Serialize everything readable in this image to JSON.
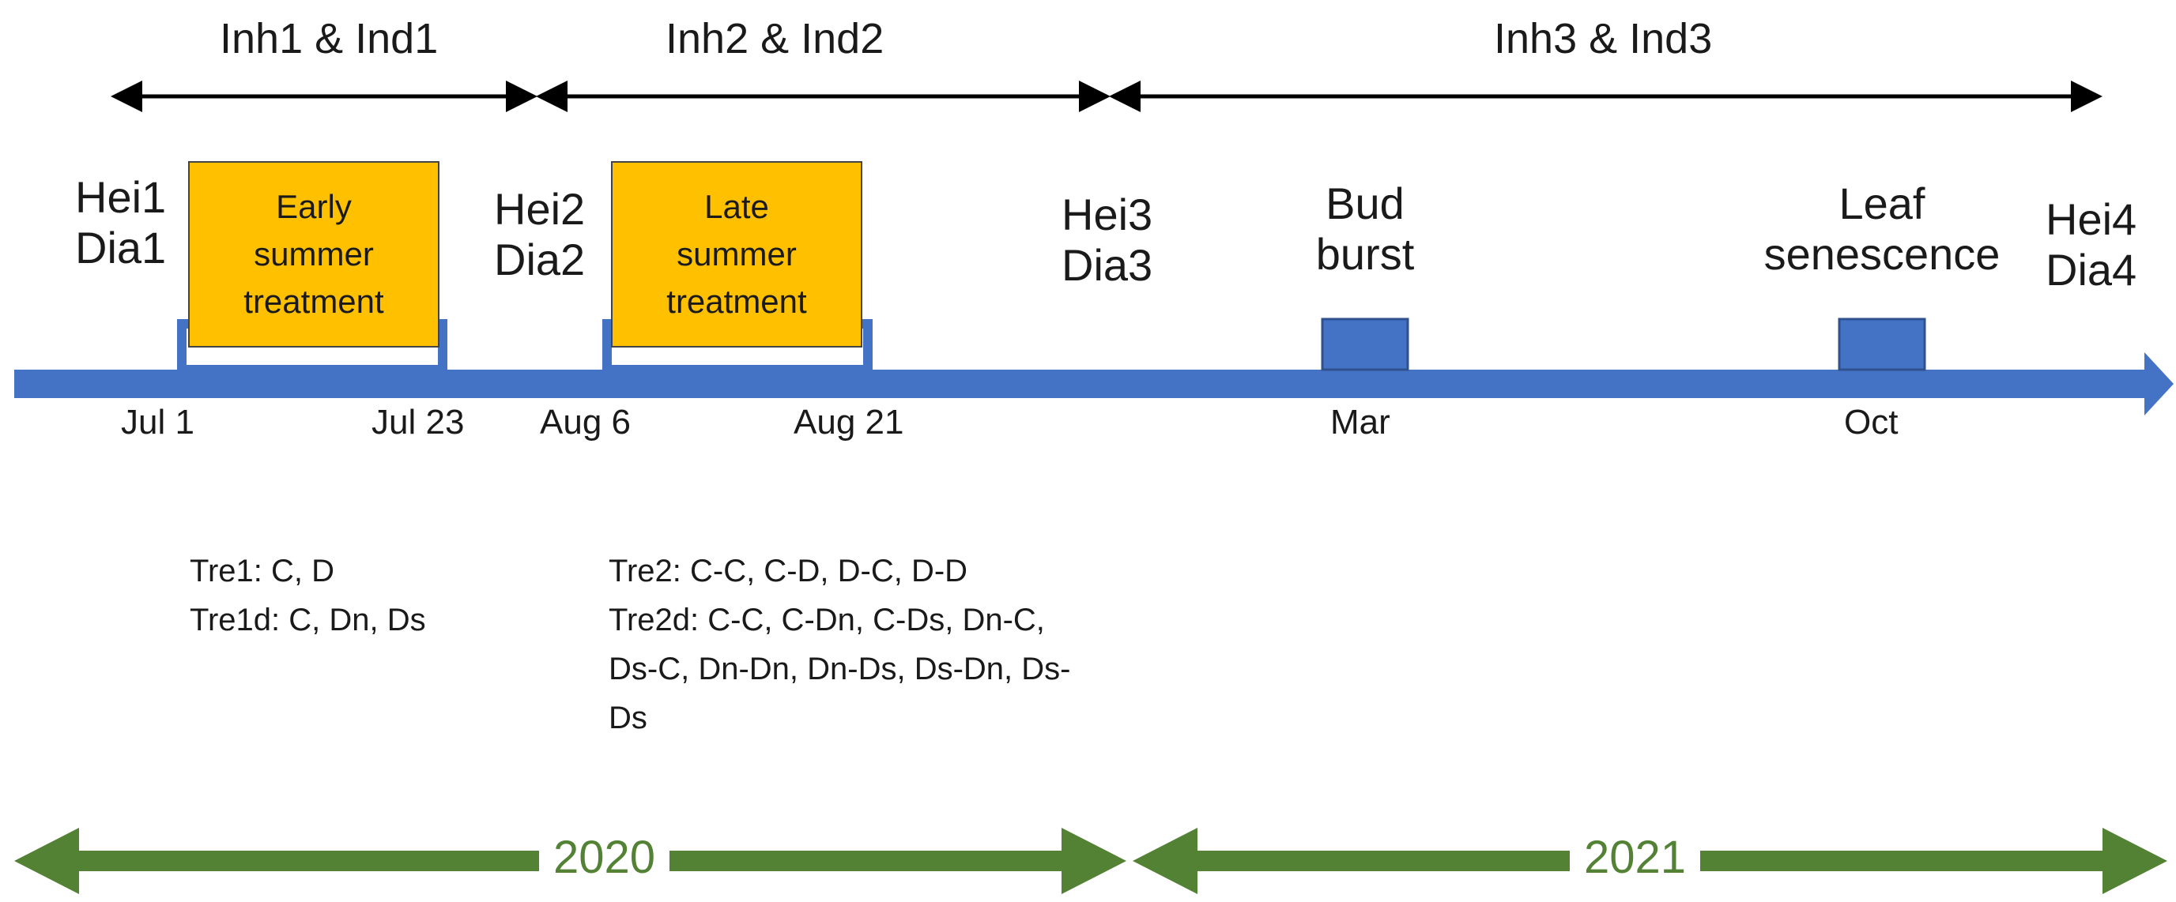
{
  "colors": {
    "timeline": "#4472c4",
    "treatment_box": "#ffc000",
    "year_arrow": "#548235",
    "span_arrow": "#000000"
  },
  "spans": [
    "Inh1 & Ind1",
    "Inh2 & Ind2",
    "Inh3 & Ind3"
  ],
  "measurements": [
    {
      "line1": "Hei1",
      "line2": "Dia1"
    },
    {
      "line1": "Hei2",
      "line2": "Dia2"
    },
    {
      "line1": "Hei3",
      "line2": "Dia3"
    },
    {
      "line1": "Hei4",
      "line2": "Dia4"
    }
  ],
  "treatments": [
    {
      "line1": "Early",
      "line2": "summer",
      "line3": "treatment"
    },
    {
      "line1": "Late",
      "line2": "summer",
      "line3": "treatment"
    }
  ],
  "events": [
    {
      "line1": "Bud",
      "line2": "burst"
    },
    {
      "line1": "Leaf",
      "line2": "senescence"
    }
  ],
  "dates": [
    "Jul 1",
    "Jul 23",
    "Aug 6",
    "Aug 21",
    "Mar",
    "Oct"
  ],
  "notes": {
    "tre1": "Tre1: C, D",
    "tre1d": "Tre1d: C, Dn, Ds",
    "tre2": "Tre2: C-C, C-D, D-C, D-D",
    "tre2d": "Tre2d: C-C, C-Dn, C-Ds, Dn-C, Ds-C, Dn-Dn, Dn-Ds, Ds-Dn, Ds-Ds"
  },
  "years": [
    "2020",
    "2021"
  ]
}
